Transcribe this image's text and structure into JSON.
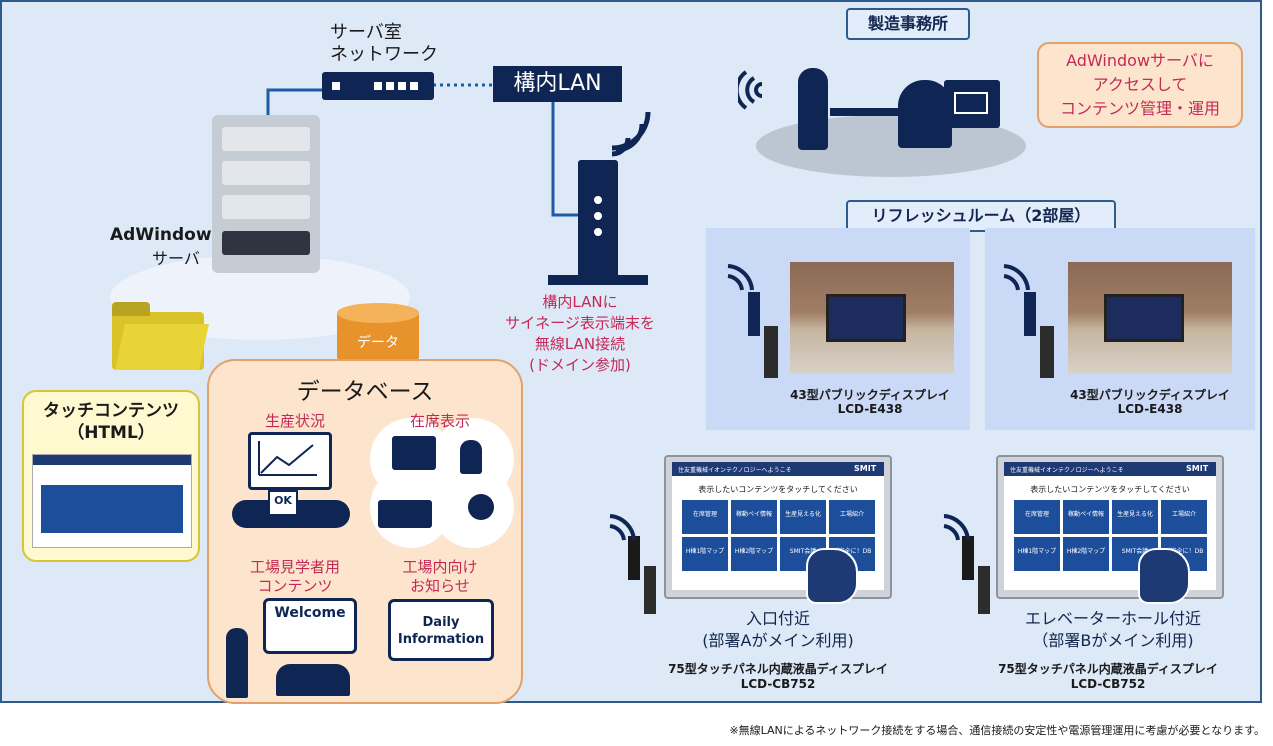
{
  "labels": {
    "server_room": "サーバ室\nネットワーク",
    "lan": "構内LAN",
    "server_name": "AdWindow",
    "server_sub": "サーバ",
    "lan_wireless": "構内LANに\nサイネージ表示端末を\n無線LAN接続\n(ドメイン参加)",
    "touch_title": "タッチコンテンツ\n（HTML）",
    "data_cylinder": "データ",
    "database": "データベース",
    "production": "生産状況",
    "attendance": "在席表示",
    "visitor": "工場見学者用\nコンテンツ",
    "notice": "工場内向け\nお知らせ",
    "welcome": "Welcome",
    "daily": "Daily\nInformation",
    "office": "製造事務所",
    "office_bubble": "AdWindowサーバに\nアクセスして\nコンテンツ管理・運用",
    "refresh_room": "リフレッシュルーム（2部屋）",
    "footnote": "※無線LANによるネットワーク接続をする場合、通信接続の安定性や電源管理運用に考慮が必要となります。"
  },
  "refresh_displays": [
    {
      "model_name": "43型パブリックディスプレイ",
      "model_code": "LCD-E438"
    },
    {
      "model_name": "43型パブリックディスプレイ",
      "model_code": "LCD-E438"
    }
  ],
  "touch_displays": [
    {
      "location": "入口付近\n(部署Aがメイン利用)",
      "model_name": "75型タッチパネル内蔵液晶ディスプレイ",
      "model_code": "LCD-CB752"
    },
    {
      "location": "エレベーターホール付近\n（部署Bがメイン利用)",
      "model_name": "75型タッチパネル内蔵液晶ディスプレイ",
      "model_code": "LCD-CB752"
    }
  ],
  "screen_ui": {
    "header": "住友重機械イオンテクノロジーへようこそ",
    "logo": "SMIT",
    "prompt": "表示したいコンテンツをタッチしてください",
    "tiles": [
      "在席管理",
      "稼動ペイ情報",
      "生産見える化",
      "工場紹介",
      "H棟1階マップ",
      "H棟2階マップ",
      "SMIT会議",
      "ご安全に！DB"
    ]
  },
  "colors": {
    "navy": "#0f2553",
    "accent_red": "#c42a58",
    "background": "#dde9f7",
    "database_fill": "#fde4cd",
    "touch_fill": "#fff9cf"
  }
}
